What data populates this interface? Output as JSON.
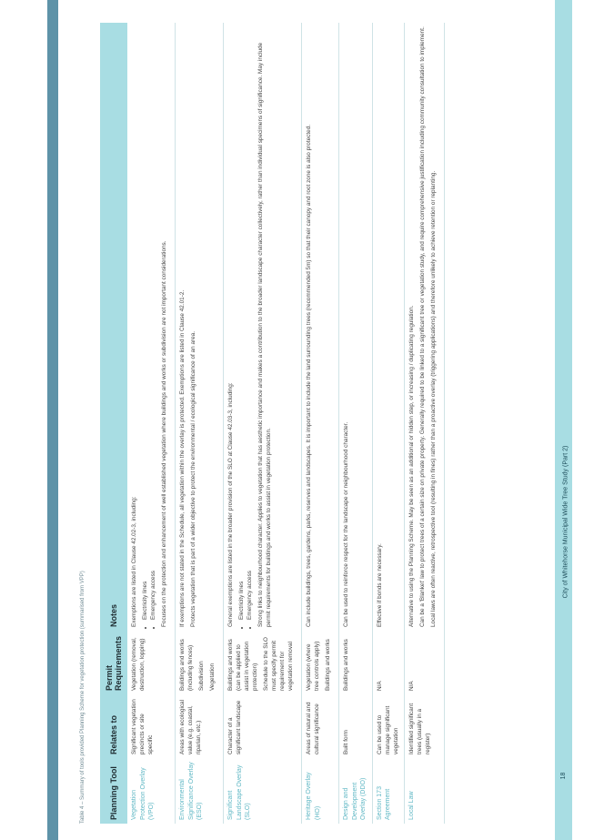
{
  "document": {
    "caption": "Table 4 – Summary of tools provided Planning Scheme for vegetation protection (summarised from VPP)",
    "footer_title": "City of Whitehorse Municipal Wide Tree Study (Part 2)",
    "page_number": "18"
  },
  "table": {
    "headers": [
      "Planning Tool",
      "Relates to",
      "Permit Requirements",
      "Notes"
    ],
    "rows": [
      {
        "tool": "Vegetation Protection Overlay (VPO)",
        "relates": "Significant vegetation precincts or site specific",
        "permit": [
          "Vegetation (removal, destruction, lopping)"
        ],
        "notes": [
          "Exemptions are listed in Clause 42.02-3, including:"
        ],
        "bullets": [
          "Electricity lines",
          "Emergency access"
        ],
        "notes_after": [
          "Focuses on the protection and enhancement of well established vegetation where buildings and works or subdivision are not important considerations."
        ]
      },
      {
        "tool": "Environmental Significance Overlay (ESO)",
        "relates": "Areas with ecological value (e.g. coastal, riparian, etc.)",
        "permit": [
          "Buildings and works (including fences)",
          "Subdivision",
          "Vegetation"
        ],
        "notes": [
          "If exemptions are not stated in the Schedule, all vegetation within the overlay is protected. Exemptions are listed in Clause 42.01-2.",
          "Protects vegetation that is part of a wider objective to protect the environmental / ecological significance of an area."
        ],
        "bullets": [],
        "notes_after": []
      },
      {
        "tool": "Significant Landscape Overlay (SLO)",
        "relates": "Character of a significant landscape",
        "permit": [
          "Buildings and works (can be applied to assist in vegetation protection)",
          "Schedule to the SLO must specify permit requirement for vegetation removal"
        ],
        "notes": [
          "General exemptions are listed in the broader provision of the SLO at Clause 42.03-3, including:"
        ],
        "bullets": [
          "Electricity lines",
          "Emergency access"
        ],
        "notes_after": [
          "Strong links to neighbourhood character. Applies to vegetation that has aesthetic importance and makes a contribution to the broader landscape character collectively, rather than individual specimens of significance. May include permit requirements for buildings and works to assist in vegetation protection."
        ]
      },
      {
        "tool": "Heritage Overlay (HO)",
        "relates": "Areas of natural and cultural significance",
        "permit": [
          "Vegetation (where tree controls apply)",
          "Buildings and works"
        ],
        "notes": [
          "Can include buildings, trees, gardens, parks, reserves and landscapes. It is important to include the land surrounding trees (recommended 5m) so that their canopy and root zone is also protected."
        ],
        "bullets": [],
        "notes_after": []
      },
      {
        "tool": "Design and Development Overlay (DDO)",
        "relates": "Built form",
        "permit": [
          "Buildings and works"
        ],
        "notes": [
          "Can be used to reinforce respect for the landscape or neighbourhood character."
        ],
        "bullets": [],
        "notes_after": []
      },
      {
        "tool": "Section 173 Agreement",
        "relates": "Can be used to manage significant vegetation",
        "permit": [
          "N/A"
        ],
        "notes": [
          "Effective if bonds are necessary."
        ],
        "bullets": [],
        "notes_after": []
      },
      {
        "tool": "Local Law",
        "relates": "Identified significant trees (usually in a register)",
        "permit": [
          "N/A"
        ],
        "notes": [
          "Alternative to using the Planning Scheme. May be seen as an additional or hidden step, or increasing / duplicating regulation.",
          "Can be a 'Blanket' law to protect trees of a certain size on private property. Generally required to be linked to a significant tree or vegetation study, and require comprehensive justification including community consultation to implement.",
          "Local laws are often reactive, retrospective tool (resulting in fines) rather than a proactive overlay (triggering applications) and therefore unlikely to achieve retention or replanting."
        ],
        "bullets": [],
        "notes_after": []
      }
    ]
  },
  "colors": {
    "header_bg": "#a8dde3",
    "tool_text": "#5fb7c4",
    "left_bar": "#5e93a8"
  }
}
